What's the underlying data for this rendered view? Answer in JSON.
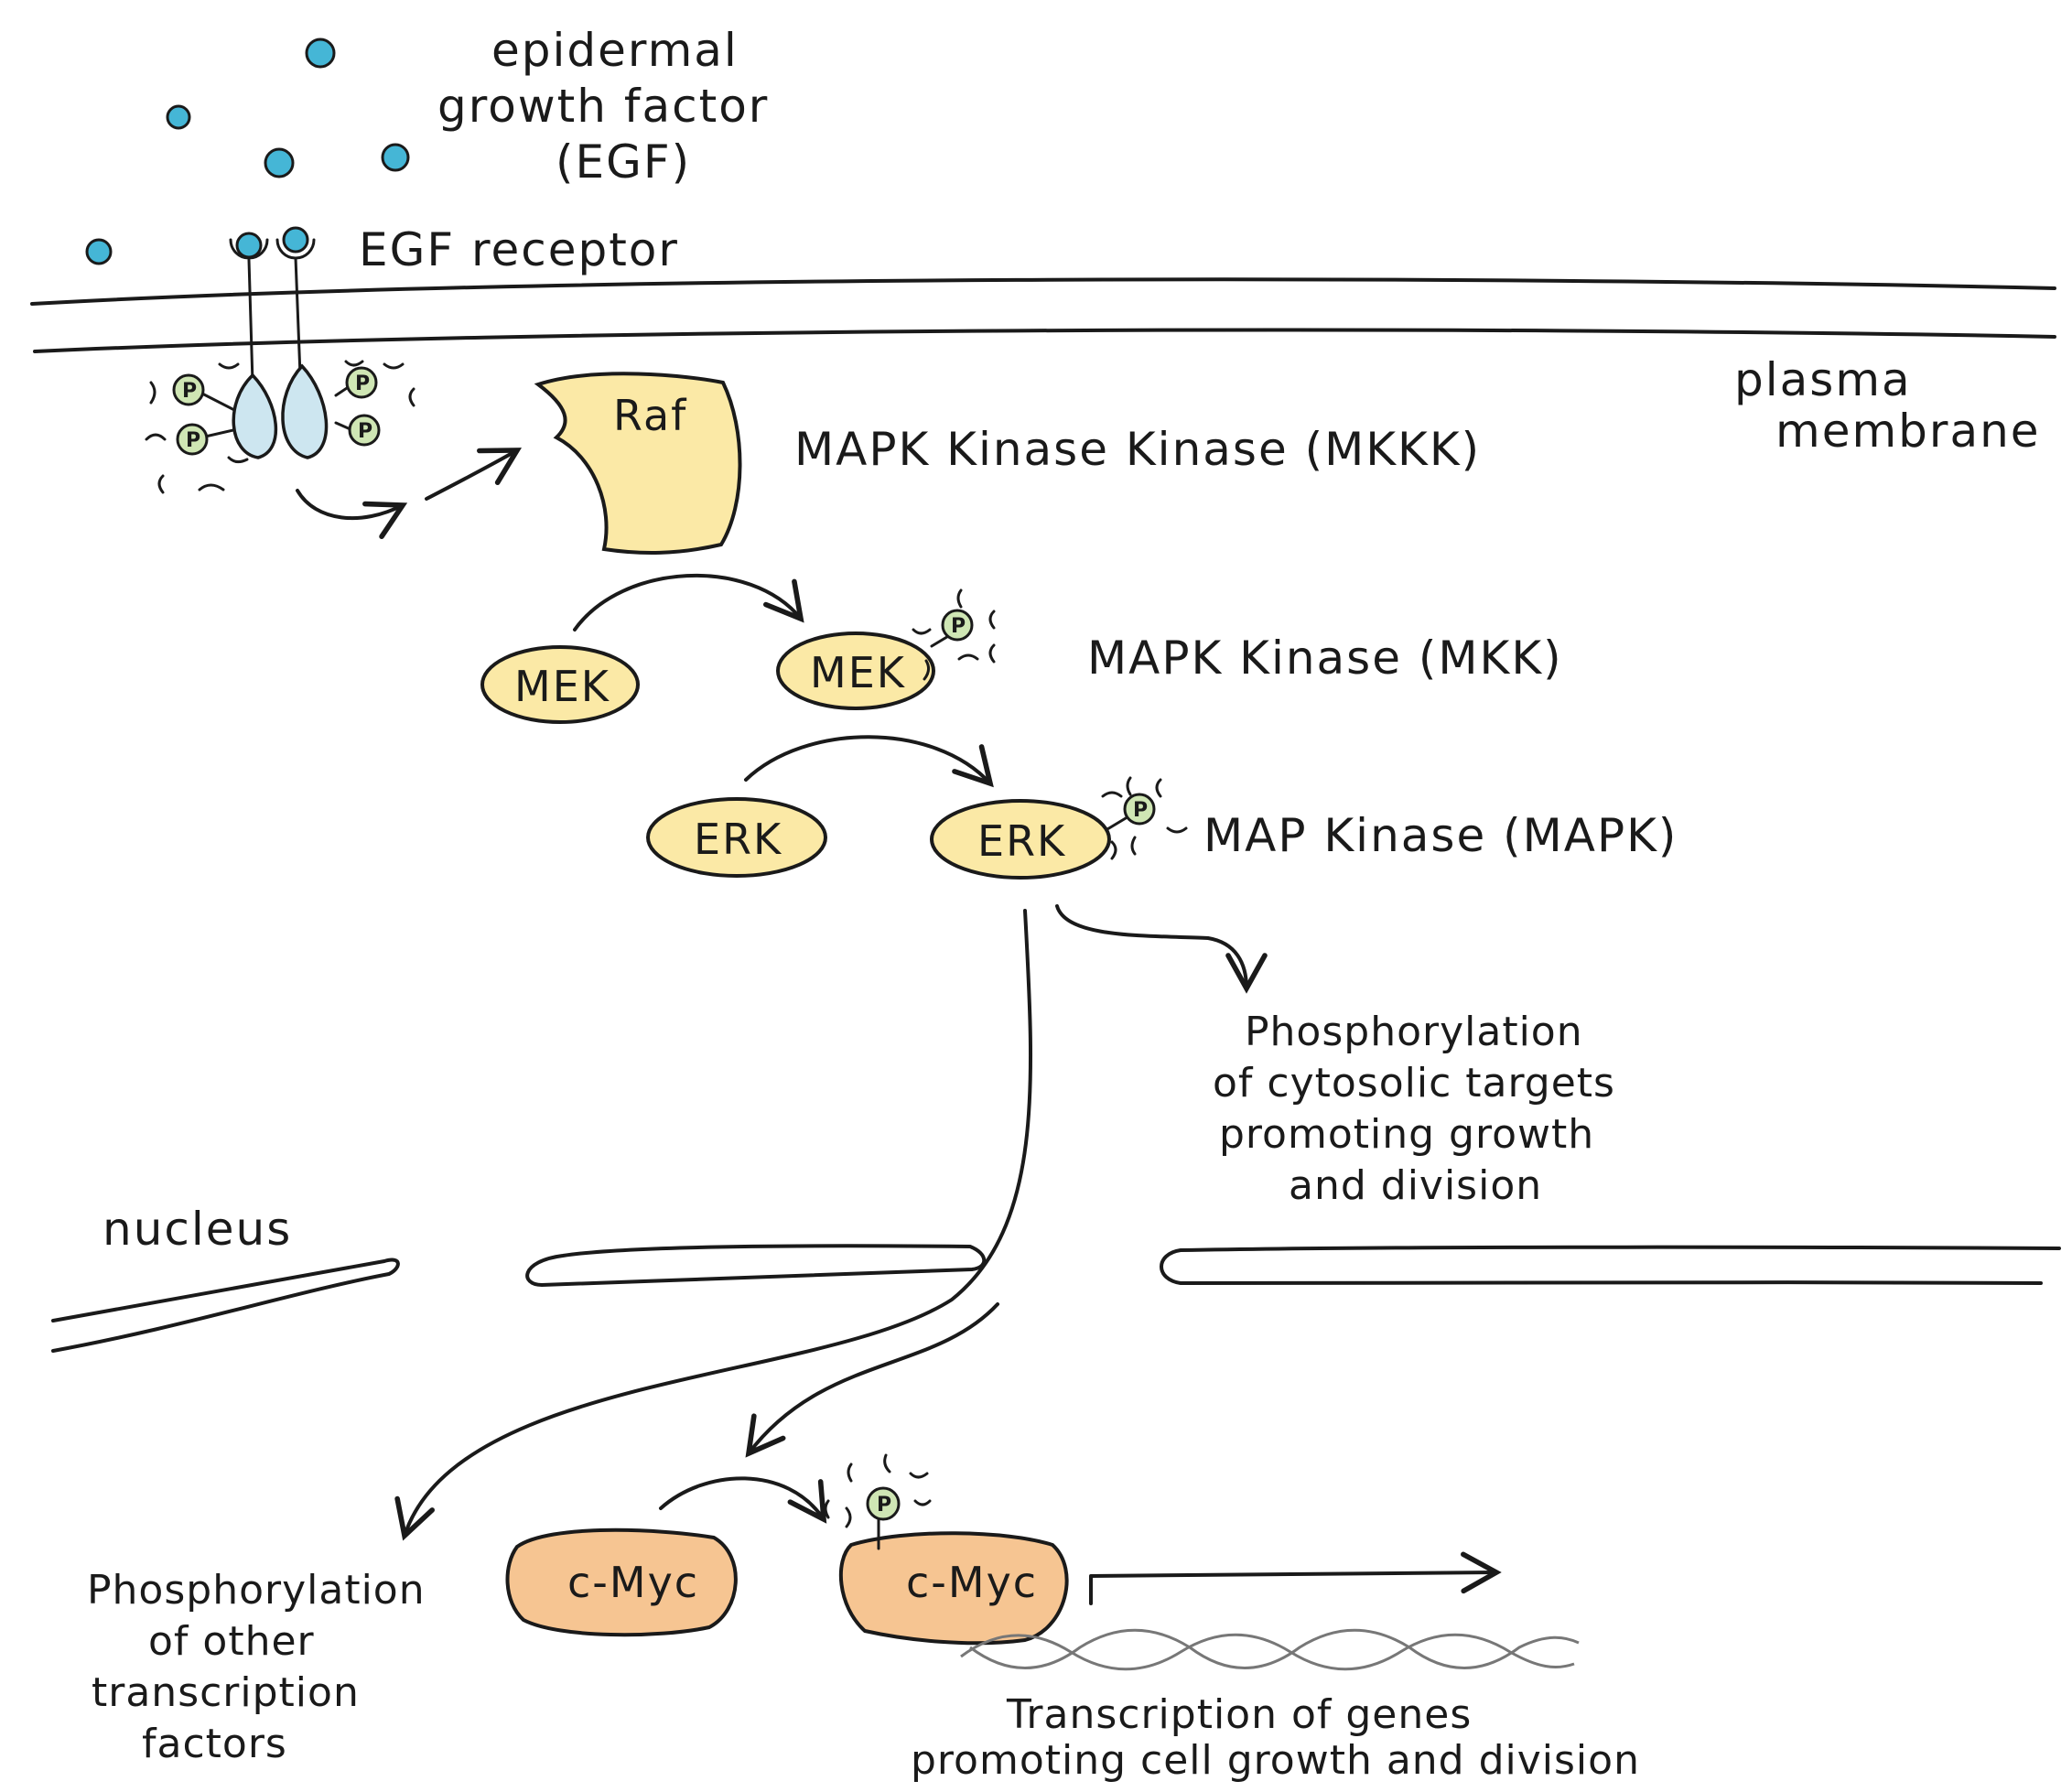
{
  "labels": {
    "egf": [
      "epidermal",
      "growth factor",
      "(EGF)"
    ],
    "egf_receptor": "EGF receptor",
    "plasma_membrane": [
      "plasma",
      "membrane"
    ],
    "raf": "Raf",
    "mkkk": "MAPK Kinase Kinase (MKKK)",
    "mek": "MEK",
    "mkk": "MAPK Kinase (MKK)",
    "erk": "ERK",
    "mapk": "MAP Kinase (MAPK)",
    "cytosolic": [
      "Phosphorylation",
      "of cytosolic targets",
      "promoting growth",
      "and division"
    ],
    "nucleus": "nucleus",
    "other_tf": [
      "Phosphorylation",
      "of other",
      "transcription",
      "factors"
    ],
    "cmyc": "c-Myc",
    "transcription": [
      "Transcription of genes",
      "promoting cell growth and division"
    ],
    "phosphate": "P"
  },
  "colors": {
    "egf_ligand": "#45b6d6",
    "receptor": "#cde6f0",
    "kinase": "#fbe9a6",
    "phosphate": "#cfe6b4",
    "cmyc": "#f6c592",
    "dna": "#777777",
    "ink": "#1a1a1a"
  }
}
